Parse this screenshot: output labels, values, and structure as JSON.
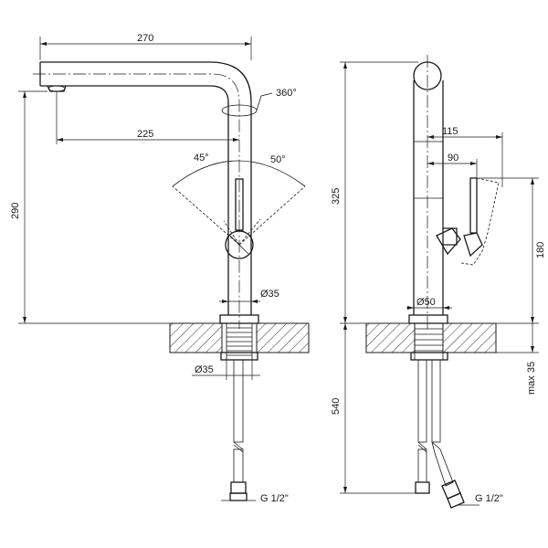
{
  "front_view": {
    "dim_width_top": "270",
    "dim_reach": "225",
    "dim_height": "290",
    "rotation": "360°",
    "angle_left": "45°",
    "angle_right": "50°",
    "body_diameter": "Ø35",
    "shank_diameter": "Ø35",
    "thread": "G 1/2\""
  },
  "side_view": {
    "dim_total_height": "325",
    "dim_lever_outer": "115",
    "dim_lever_inner": "90",
    "dim_lever_height": "180",
    "body_diameter": "Ø50",
    "hose_length": "540",
    "max_counter": "max 35",
    "thread": "G 1/2\""
  },
  "colors": {
    "line": "#1a1a1a",
    "background": "#ffffff"
  }
}
